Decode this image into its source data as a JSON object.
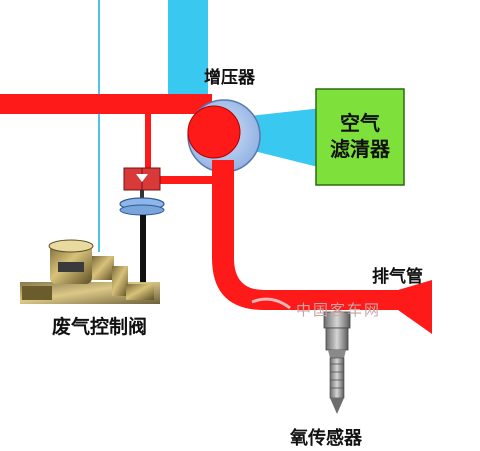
{
  "colors": {
    "pipe_red": "#ff1a1a",
    "intake_cyan": "#38c8f0",
    "filter_box": "#7ee03a",
    "turbo_housing": "#a9c4ee",
    "valve_body": "#d83a3a",
    "actuator_blue": "#8fb6e8",
    "sensor_metal": "#9a9a9a",
    "wire_cyan": "#4fc3e8"
  },
  "labels": {
    "turbocharger": "增压器",
    "air_filter": "空气滤清器",
    "exhaust_pipe": "排气管",
    "wastegate_valve": "废气控制阀",
    "oxygen_sensor": "氧传感器"
  },
  "watermark": {
    "text": "中国客车网"
  },
  "icons": {
    "wastegate_photo": "valve-photo-icon",
    "oxygen_sensor_probe": "sensor-probe-icon",
    "diaphragm_actuator": "actuator-icon"
  }
}
